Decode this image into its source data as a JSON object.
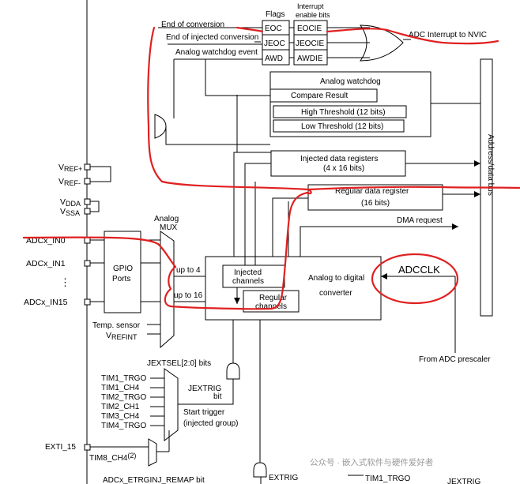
{
  "flags": {
    "title": "Flags",
    "items": [
      "EOC",
      "JEOC",
      "AWD"
    ]
  },
  "interrupt_enable": {
    "title_line1": "Interrupt",
    "title_line2": "enable bits",
    "items": [
      "EOCIE",
      "JEOCIE",
      "AWDIE"
    ]
  },
  "event_labels": {
    "end_of_conversion": "End of conversion",
    "end_of_injected": "End of injected conversion",
    "analog_watchdog_event": "Analog watchdog event"
  },
  "nvic_label": "ADC Interrupt to NVIC",
  "analog_watchdog": {
    "title": "Analog   watchdog",
    "compare_result": "Compare Result",
    "high_threshold": "High Threshold (12 bits)",
    "low_threshold": "Low Threshold (12 bits)"
  },
  "injected_registers": {
    "line1": "Injected data registers",
    "line2": "(4 x 16 bits)"
  },
  "regular_register": {
    "line1": "Regular data register",
    "line2": "(16 bits)"
  },
  "bus_label": "Address/data bus",
  "dma_request": "DMA request",
  "vref_plus": {
    "main": "V",
    "sub": "REF+"
  },
  "vref_minus": {
    "main": "V",
    "sub": "REF-"
  },
  "vdda": {
    "main": "V",
    "sub": "DDA"
  },
  "vssa": {
    "main": "V",
    "sub": "SSA"
  },
  "inputs": {
    "in0": "ADCx_IN0",
    "in1": "ADCx_IN1",
    "dots": "⋮",
    "in15": "ADCx_IN15"
  },
  "gpio": {
    "line1": "GPIO",
    "line2": "Ports"
  },
  "analog_mux": {
    "line1": "Analog",
    "line2": "MUX"
  },
  "temp_sensor": "Temp. sensor",
  "vrefint": {
    "main": "V",
    "sub": "REFINT"
  },
  "up_to_4": "up to 4",
  "up_to_16": "up to 16",
  "injected_channels": {
    "line1": "Injected",
    "line2": "channels"
  },
  "regular_channels": {
    "line1": "Regular",
    "line2": "channels"
  },
  "converter": {
    "line1": "Analog to digital",
    "line2": "converter"
  },
  "adcclk": "ADCCLK",
  "prescaler": "From ADC prescaler",
  "jextsel": "JEXTSEL[2:0] bits",
  "triggers": [
    "TIM1_TRGO",
    "TIM1_CH4",
    "TIM2_TRGO",
    "TIM2_CH1",
    "TIM3_CH4",
    "TIM4_TRGO"
  ],
  "jextrig": {
    "line1": "JEXTRIG",
    "line2": "bit"
  },
  "start_trigger": {
    "line1": "Start trigger",
    "line2": "(injected group)"
  },
  "exti15": "EXTI_15",
  "tim8_ch4": "TIM8_CH4",
  "tim8_note": "(2)",
  "remap_label": "ADCx_ETRGINJ_REMAP bit",
  "extrig": "EXTRIG",
  "tim1_trgo_bottom": "TIM1_TRGO",
  "jextrig_bottom": "JEXTRIG",
  "watermark": "公众号 · 嵌入式软件与硬件爱好者",
  "annotation_color": "#e02020"
}
